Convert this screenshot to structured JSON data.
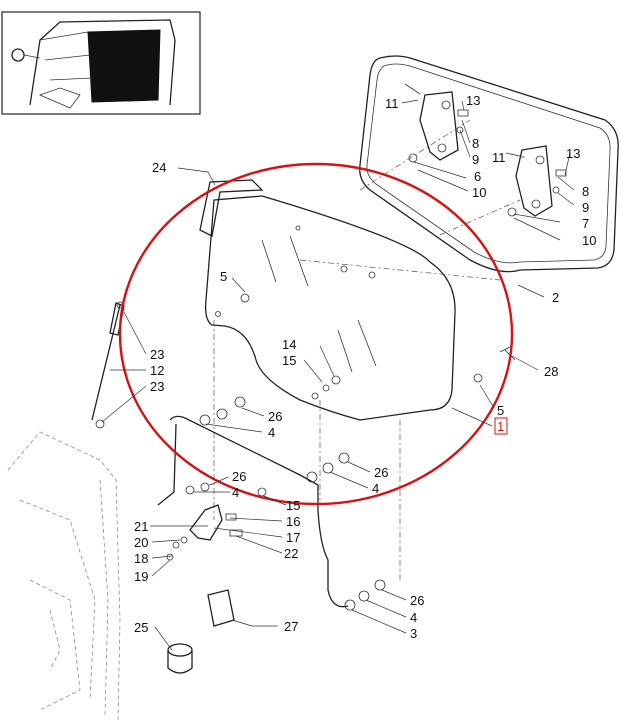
{
  "callouts": [
    "1",
    "2",
    "3",
    "4",
    "4",
    "4",
    "5",
    "5",
    "6",
    "7",
    "8",
    "8",
    "9",
    "9",
    "10",
    "10",
    "11",
    "11",
    "12",
    "13",
    "13",
    "14",
    "15",
    "15",
    "16",
    "17",
    "18",
    "19",
    "20",
    "21",
    "22",
    "23",
    "23",
    "24",
    "25",
    "26",
    "26",
    "26",
    "26",
    "27",
    "28"
  ],
  "highlight_color": "#d41414",
  "boxed_callout": "1",
  "thumbnail_icon": "tractor-cab-rear-window-icon"
}
